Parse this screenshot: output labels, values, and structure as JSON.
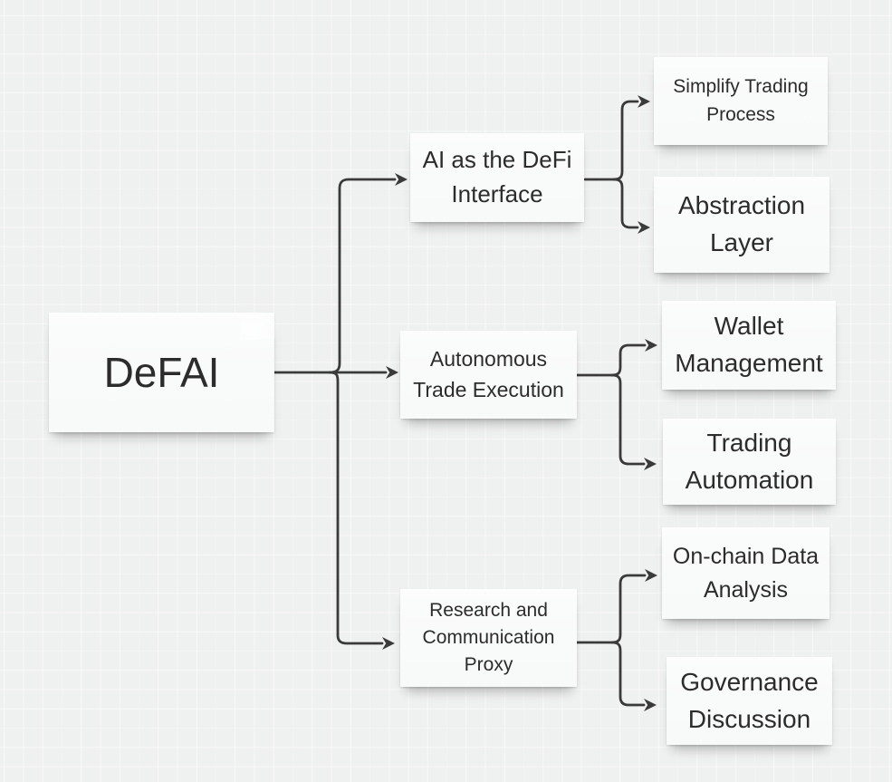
{
  "canvas": {
    "kind": "mind-map whiteboard",
    "background_grid": true
  },
  "colors": {
    "background": "#eff0f0",
    "card": "#fafbfb",
    "text": "#2c2c2c",
    "connector": "#3a3a3a"
  },
  "mindmap": {
    "root": {
      "label": "DeFAI"
    },
    "branches": [
      {
        "label": "AI as the DeFi Interface",
        "children": [
          {
            "label": "Simplify Trading Process"
          },
          {
            "label": "Abstraction Layer"
          }
        ]
      },
      {
        "label": "Autonomous Trade Execution",
        "children": [
          {
            "label": "Wallet Management"
          },
          {
            "label": "Trading Automation"
          }
        ]
      },
      {
        "label": "Research and Communication Proxy",
        "children": [
          {
            "label": "On-chain Data Analysis"
          },
          {
            "label": "Governance Discussion"
          }
        ]
      }
    ]
  }
}
